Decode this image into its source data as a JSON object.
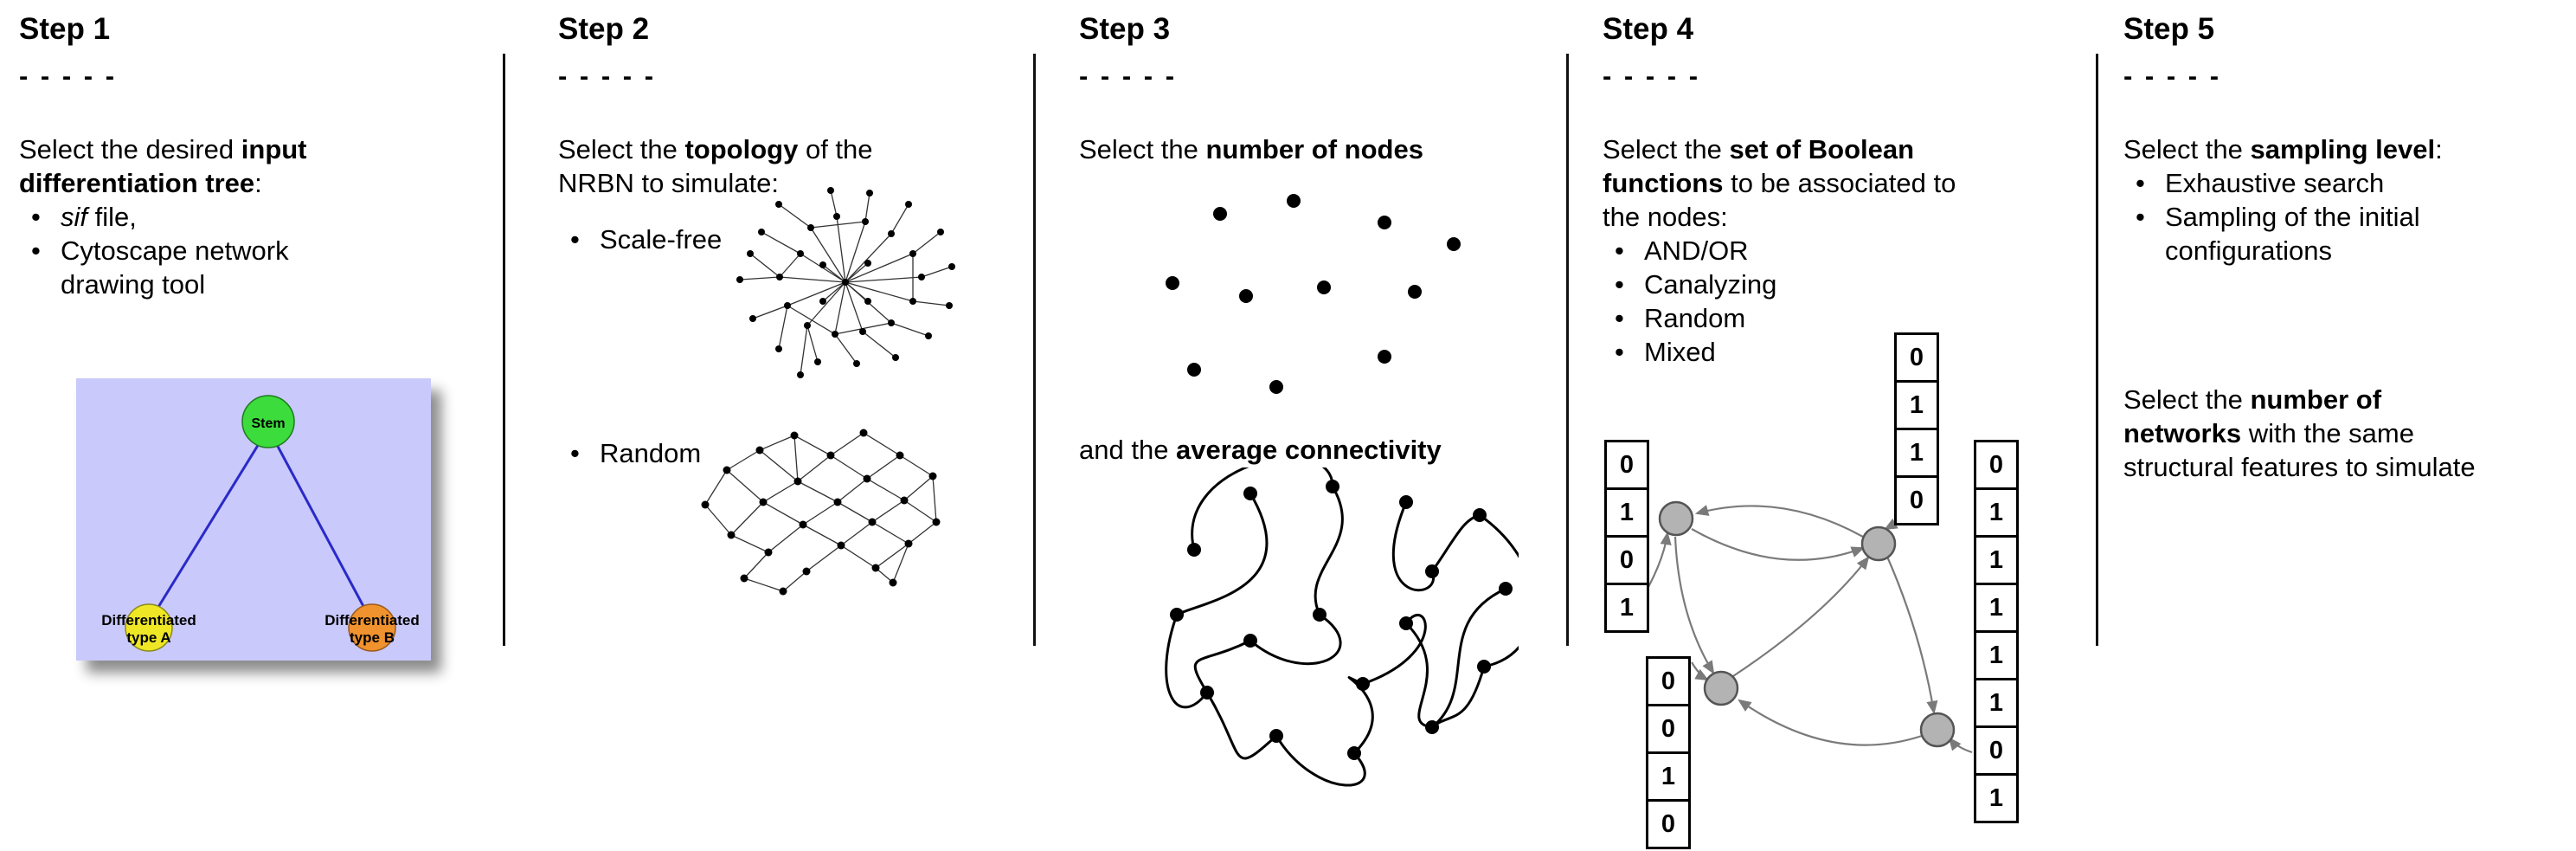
{
  "colors": {
    "stem_green": "#3cdc3c",
    "type_a_yellow": "#efe726",
    "type_b_orange": "#f0922d",
    "tree_background": "#c9c9fb",
    "tree_edge_blue": "#2a2ac8",
    "boolean_node_gray": "#b3b3b3"
  },
  "step1": {
    "title": "Step 1",
    "dashes": "- - - - -",
    "intro": {
      "l1a": "Select the desired ",
      "l1b": "input",
      "l2b": "differentiation tree",
      "l2a": ":"
    },
    "bullet1": {
      "italic": "sif",
      "rest": " file,"
    },
    "bullet2": {
      "l1": "Cytoscape network",
      "l2": "drawing tool"
    },
    "tree": {
      "stem_label": "Stem",
      "type_a_label_line1": "Differentiated",
      "type_a_label_line2": "type A",
      "type_b_label_line1": "Differentiated",
      "type_b_label_line2": "type B"
    }
  },
  "step2": {
    "title": "Step 2",
    "dashes": "- - - - -",
    "intro": {
      "l1a": "Select the ",
      "l1b": "topology",
      "l1c": " of the",
      "l2": "NRBN to simulate:"
    },
    "bullet1": "Scale-free",
    "bullet2": "Random"
  },
  "step3": {
    "title": "Step 3",
    "dashes": "- - - - -",
    "line1a": "Select the ",
    "line1b": "number of nodes",
    "line2a": "and the ",
    "line2b": "average connectivity"
  },
  "step4": {
    "title": "Step 4",
    "dashes": "- - - - -",
    "intro": {
      "l1a": "Select the ",
      "l1b": "set of Boolean",
      "l2b": "functions",
      "l2a": " to be associated to",
      "l3": "the nodes:"
    },
    "bullets": [
      "AND/OR",
      "Canalyzing",
      "Random",
      "Mixed"
    ],
    "truth_tables": {
      "left": [
        "0",
        "1",
        "0",
        "1"
      ],
      "top": [
        "0",
        "1",
        "1",
        "0"
      ],
      "right": [
        "0",
        "1",
        "1",
        "1",
        "1",
        "1",
        "0",
        "1"
      ],
      "bottom": [
        "0",
        "0",
        "1",
        "0"
      ]
    }
  },
  "step5": {
    "title": "Step 5",
    "dashes": "- - - - -",
    "intro": {
      "l1a": "Select the ",
      "l1b": "sampling level",
      "l1c": ":"
    },
    "bullet1": "Exhaustive search",
    "bullet2": {
      "l1": "Sampling of the initial",
      "l2": "configurations"
    },
    "para2": {
      "l1a": "Select the ",
      "l1b": "number of",
      "l2b": "networks",
      "l2a": " with the same",
      "l3": "structural features to simulate"
    }
  }
}
